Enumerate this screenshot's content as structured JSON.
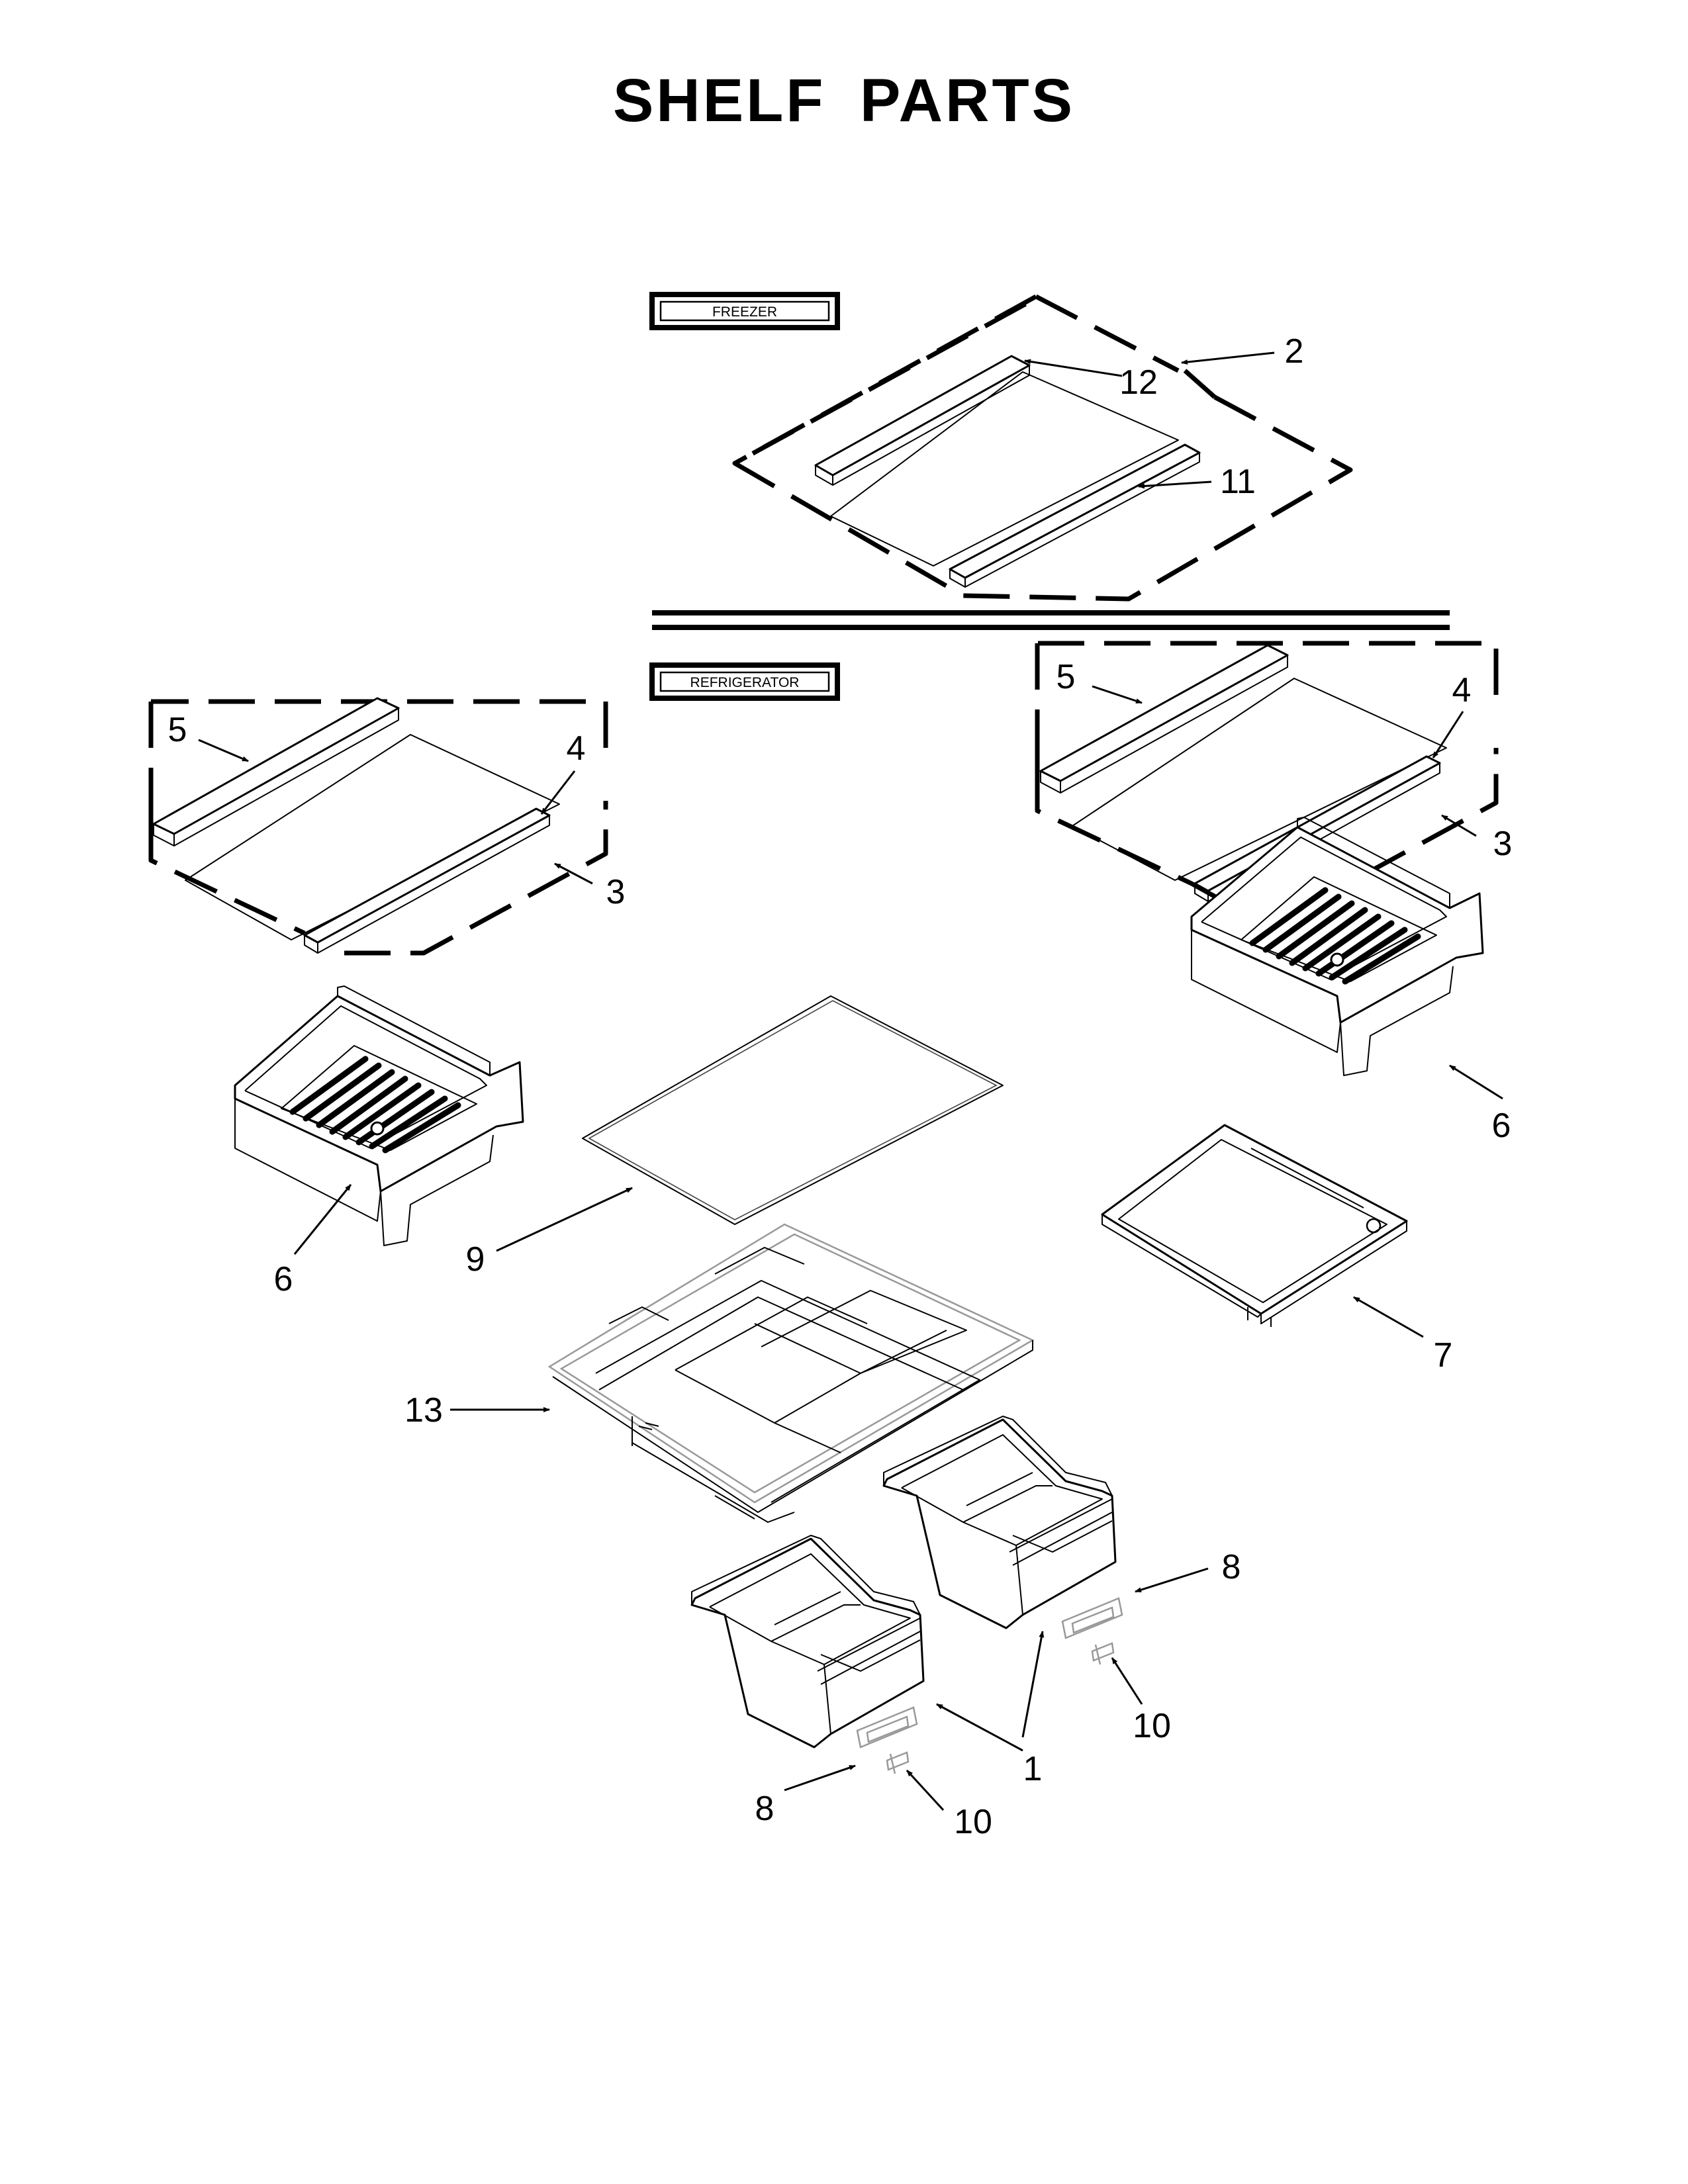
{
  "title": "SHELF PARTS",
  "section_labels": {
    "freezer": "FREEZER",
    "refrigerator": "REFRIGERATOR"
  },
  "callouts": {
    "c2": "2",
    "c12": "12",
    "c11": "11",
    "c5_left": "5",
    "c4_left": "4",
    "c3_left": "3",
    "c5_right": "5",
    "c4_right": "4",
    "c3_right": "3",
    "c6_left": "6",
    "c6_right": "6",
    "c9": "9",
    "c7": "7",
    "c13": "13",
    "c8_right": "8",
    "c10_right": "10",
    "c1": "1",
    "c8_left": "8",
    "c10_left": "10"
  }
}
